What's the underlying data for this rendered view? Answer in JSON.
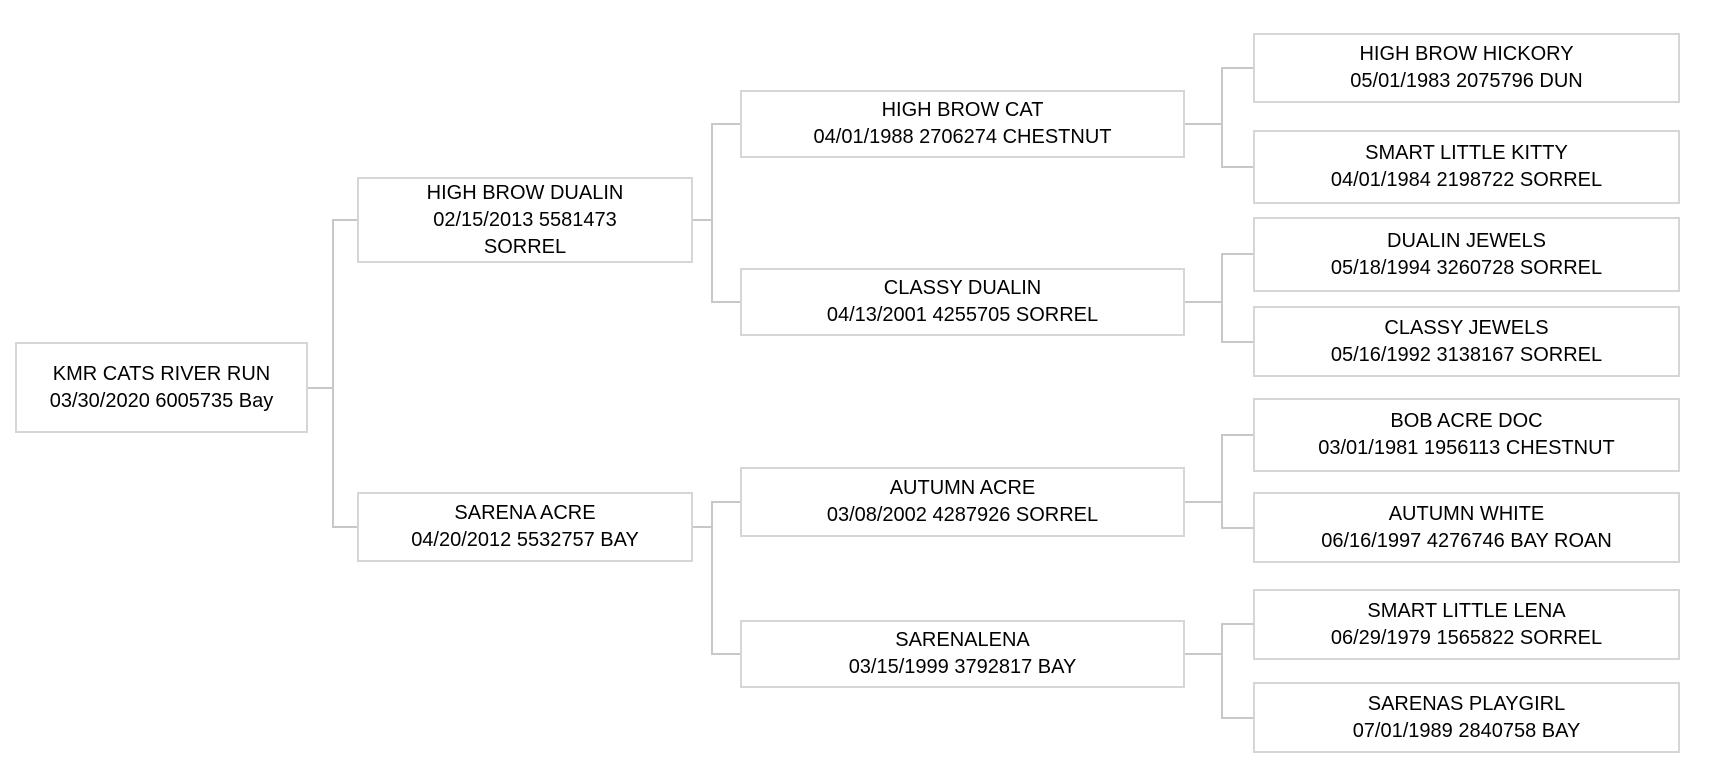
{
  "colors": {
    "connector_line": "#c8c8c8",
    "box_border": "#d6d6d6",
    "text": "#000000",
    "background": "#ffffff"
  },
  "pedigree": {
    "nodes": [
      {
        "id": "subject",
        "relation": "subject",
        "generation": 1,
        "name": "KMR CATS RIVER RUN",
        "dob": "03/30/2020",
        "reg_number": "6005735",
        "coat_color": "Bay",
        "details": [
          "03/30/2020 6005735 Bay"
        ]
      },
      {
        "id": "sire",
        "relation": "sire",
        "generation": 2,
        "name": "HIGH BROW DUALIN",
        "dob": "02/15/2013",
        "reg_number": "5581473",
        "coat_color": "SORREL",
        "details": [
          "02/15/2013 5581473",
          "SORREL"
        ]
      },
      {
        "id": "dam",
        "relation": "dam",
        "generation": 2,
        "name": "SARENA ACRE",
        "dob": "04/20/2012",
        "reg_number": "5532757",
        "coat_color": "BAY",
        "details": [
          "04/20/2012 5532757 BAY"
        ]
      },
      {
        "id": "sire-sire",
        "relation": "sire's sire",
        "generation": 3,
        "name": "HIGH BROW CAT",
        "dob": "04/01/1988",
        "reg_number": "2706274",
        "coat_color": "CHESTNUT",
        "details": [
          "04/01/1988 2706274 CHESTNUT"
        ]
      },
      {
        "id": "sire-dam",
        "relation": "sire's dam",
        "generation": 3,
        "name": "CLASSY DUALIN",
        "dob": "04/13/2001",
        "reg_number": "4255705",
        "coat_color": "SORREL",
        "details": [
          "04/13/2001 4255705 SORREL"
        ]
      },
      {
        "id": "dam-sire",
        "relation": "dam's sire",
        "generation": 3,
        "name": "AUTUMN ACRE",
        "dob": "03/08/2002",
        "reg_number": "4287926",
        "coat_color": "SORREL",
        "details": [
          "03/08/2002 4287926 SORREL"
        ]
      },
      {
        "id": "dam-dam",
        "relation": "dam's dam",
        "generation": 3,
        "name": "SARENALENA",
        "dob": "03/15/1999",
        "reg_number": "3792817",
        "coat_color": "BAY",
        "details": [
          "03/15/1999 3792817 BAY"
        ]
      },
      {
        "id": "sire-sire-sire",
        "relation": "great-grandsire",
        "generation": 4,
        "name": "HIGH BROW HICKORY",
        "dob": "05/01/1983",
        "reg_number": "2075796",
        "coat_color": "DUN",
        "details": [
          "05/01/1983 2075796 DUN"
        ]
      },
      {
        "id": "sire-sire-dam",
        "relation": "great-granddam",
        "generation": 4,
        "name": "SMART LITTLE KITTY",
        "dob": "04/01/1984",
        "reg_number": "2198722",
        "coat_color": "SORREL",
        "details": [
          "04/01/1984 2198722 SORREL"
        ]
      },
      {
        "id": "sire-dam-sire",
        "relation": "great-grandsire",
        "generation": 4,
        "name": "DUALIN JEWELS",
        "dob": "05/18/1994",
        "reg_number": "3260728",
        "coat_color": "SORREL",
        "details": [
          "05/18/1994 3260728 SORREL"
        ]
      },
      {
        "id": "sire-dam-dam",
        "relation": "great-granddam",
        "generation": 4,
        "name": "CLASSY JEWELS",
        "dob": "05/16/1992",
        "reg_number": "3138167",
        "coat_color": "SORREL",
        "details": [
          "05/16/1992 3138167 SORREL"
        ]
      },
      {
        "id": "dam-sire-sire",
        "relation": "great-grandsire",
        "generation": 4,
        "name": "BOB ACRE DOC",
        "dob": "03/01/1981",
        "reg_number": "1956113",
        "coat_color": "CHESTNUT",
        "details": [
          "03/01/1981 1956113 CHESTNUT"
        ]
      },
      {
        "id": "dam-sire-dam",
        "relation": "great-granddam",
        "generation": 4,
        "name": "AUTUMN WHITE",
        "dob": "06/16/1997",
        "reg_number": "4276746",
        "coat_color": "BAY ROAN",
        "details": [
          "06/16/1997 4276746 BAY ROAN"
        ]
      },
      {
        "id": "dam-dam-sire",
        "relation": "great-grandsire",
        "generation": 4,
        "name": "SMART LITTLE LENA",
        "dob": "06/29/1979",
        "reg_number": "1565822",
        "coat_color": "SORREL",
        "details": [
          "06/29/1979 1565822 SORREL"
        ]
      },
      {
        "id": "dam-dam-dam",
        "relation": "great-granddam",
        "generation": 4,
        "name": "SARENAS PLAYGIRL",
        "dob": "07/01/1989",
        "reg_number": "2840758",
        "coat_color": "BAY",
        "details": [
          "07/01/1989 2840758 BAY"
        ]
      }
    ]
  }
}
